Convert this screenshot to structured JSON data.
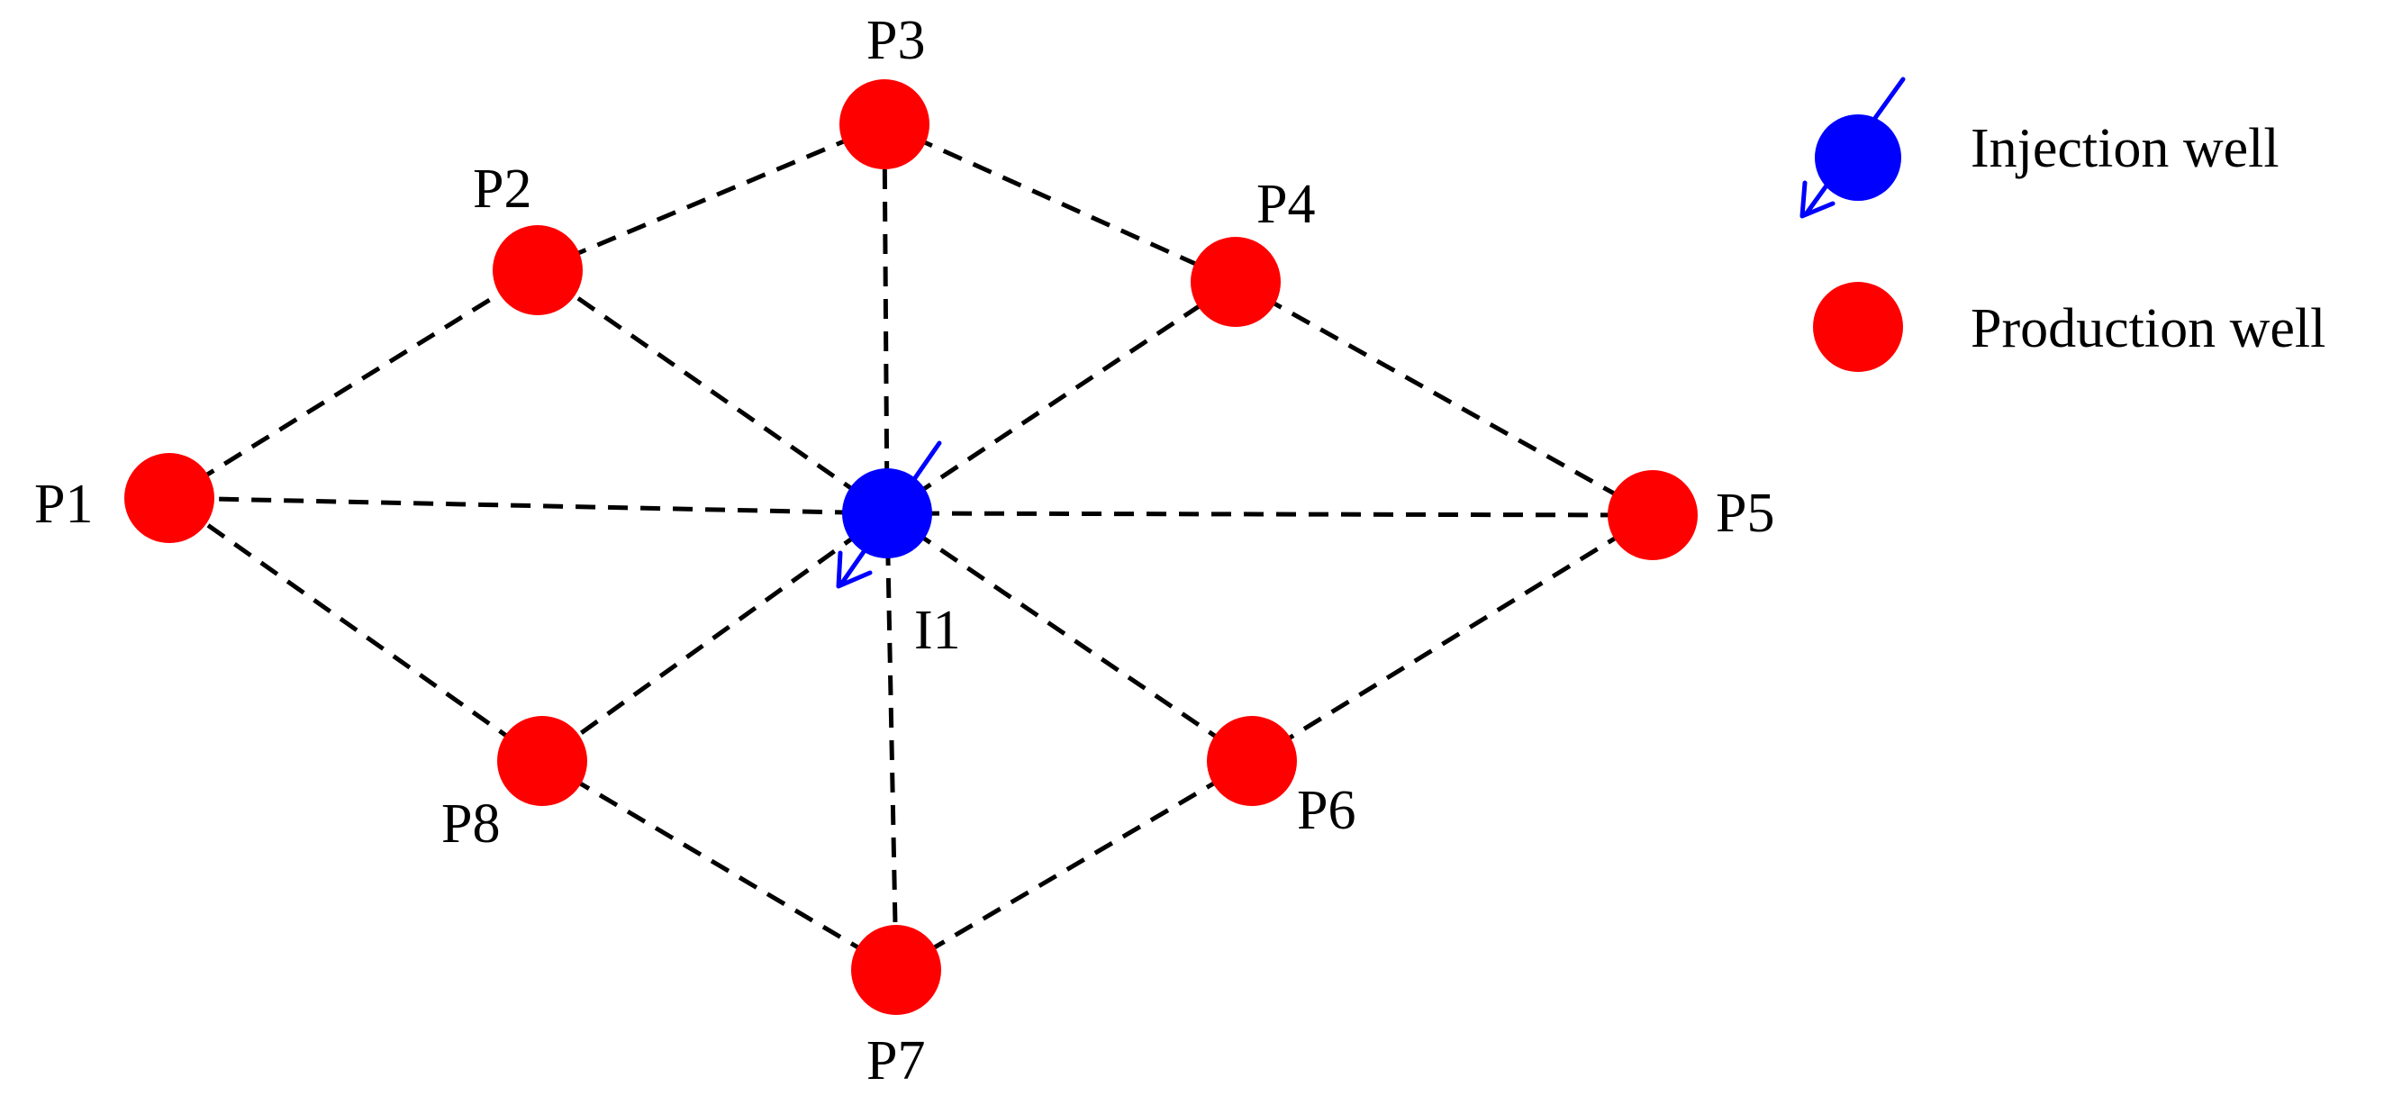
{
  "wells": {
    "P1": {
      "label": "P1",
      "type": "production"
    },
    "P2": {
      "label": "P2",
      "type": "production"
    },
    "P3": {
      "label": "P3",
      "type": "production"
    },
    "P4": {
      "label": "P4",
      "type": "production"
    },
    "P5": {
      "label": "P5",
      "type": "production"
    },
    "P6": {
      "label": "P6",
      "type": "production"
    },
    "P7": {
      "label": "P7",
      "type": "production"
    },
    "P8": {
      "label": "P8",
      "type": "production"
    },
    "I1": {
      "label": "I1",
      "type": "injection"
    }
  },
  "connections": [
    [
      "P1",
      "P2"
    ],
    [
      "P2",
      "P3"
    ],
    [
      "P3",
      "P4"
    ],
    [
      "P4",
      "P5"
    ],
    [
      "P5",
      "P6"
    ],
    [
      "P6",
      "P7"
    ],
    [
      "P7",
      "P8"
    ],
    [
      "P8",
      "P1"
    ],
    [
      "I1",
      "P1"
    ],
    [
      "I1",
      "P2"
    ],
    [
      "I1",
      "P3"
    ],
    [
      "I1",
      "P4"
    ],
    [
      "I1",
      "P5"
    ],
    [
      "I1",
      "P6"
    ],
    [
      "I1",
      "P7"
    ],
    [
      "I1",
      "P8"
    ]
  ],
  "legend": {
    "injection": {
      "label": "Injection well",
      "color": "#0000ff"
    },
    "production": {
      "label": "Production well",
      "color": "#ff0000"
    }
  },
  "colors": {
    "injection": "#0000ff",
    "production": "#ff0000",
    "edge": "#000000"
  }
}
